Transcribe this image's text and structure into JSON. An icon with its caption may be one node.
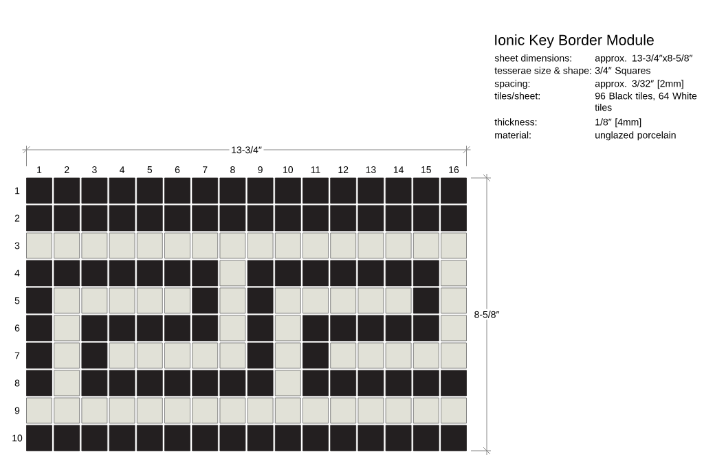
{
  "diagram": {
    "title": "Ionic Key Border Module",
    "labels": [
      "13-3/4″",
      "8-5/8″",
      "1",
      "2",
      "3",
      "4",
      "5",
      "6",
      "7",
      "8",
      "9",
      "10",
      "11",
      "12",
      "13",
      "14",
      "15",
      "16",
      "1",
      "2",
      "3",
      "4",
      "5",
      "6",
      "7",
      "8",
      "9",
      "10",
      "sheet dimensions:",
      "approx. 13-3/4″x8-5/8″",
      "tesserae size & shape:",
      "3/4″ Squares",
      "spacing:",
      "approx. 3/32″ [2mm]",
      "tiles/sheet:",
      "96 Black tiles, 64 White tiles",
      "thickness:",
      "1/8″ [4mm]",
      "material:",
      "unglazed porcelain"
    ]
  }
}
